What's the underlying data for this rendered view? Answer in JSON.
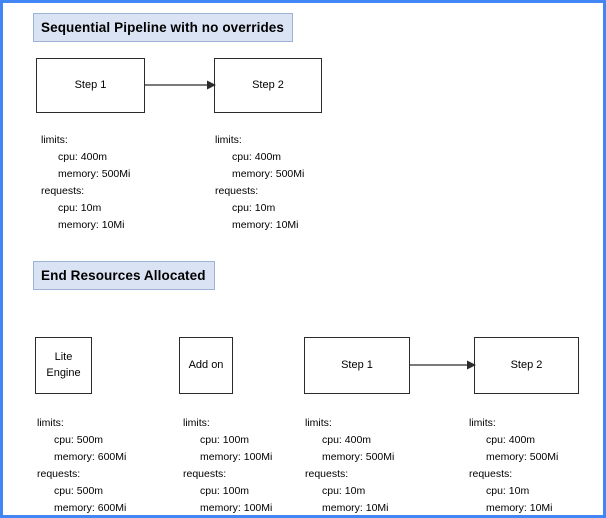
{
  "page": {
    "border_color": "#4285f4",
    "background": "#ffffff"
  },
  "banner_colors": {
    "fill": "#dae3f3",
    "border": "#9db2d4"
  },
  "sections": {
    "sequential": {
      "title": "Sequential Pipeline with no overrides",
      "nodes": {
        "step1": "Step 1",
        "step2": "Step 2"
      },
      "specs": {
        "step1": {
          "limits_label": "limits:",
          "limits_cpu": "cpu: 400m",
          "limits_memory": "memory: 500Mi",
          "requests_label": "requests:",
          "requests_cpu": "cpu: 10m",
          "requests_memory": "memory: 10Mi"
        },
        "step2": {
          "limits_label": "limits:",
          "limits_cpu": "cpu: 400m",
          "limits_memory": "memory: 500Mi",
          "requests_label": "requests:",
          "requests_cpu": "cpu: 10m",
          "requests_memory": "memory: 10Mi"
        }
      }
    },
    "end_resources": {
      "title": "End Resources Allocated",
      "nodes": {
        "lite_engine": "Lite\nEngine",
        "add_on": "Add on",
        "step1": "Step 1",
        "step2": "Step 2"
      },
      "specs": {
        "lite_engine": {
          "limits_label": "limits:",
          "limits_cpu": "cpu: 500m",
          "limits_memory": "memory: 600Mi",
          "requests_label": "requests:",
          "requests_cpu": "cpu: 500m",
          "requests_memory": "memory: 600Mi"
        },
        "add_on": {
          "limits_label": "limits:",
          "limits_cpu": "cpu: 100m",
          "limits_memory": "memory: 100Mi",
          "requests_label": "requests:",
          "requests_cpu": "cpu: 100m",
          "requests_memory": "memory: 100Mi"
        },
        "step1": {
          "limits_label": "limits:",
          "limits_cpu": "cpu: 400m",
          "limits_memory": "memory: 500Mi",
          "requests_label": "requests:",
          "requests_cpu": "cpu: 10m",
          "requests_memory": "memory: 10Mi"
        },
        "step2": {
          "limits_label": "limits:",
          "limits_cpu": "cpu: 400m",
          "limits_memory": "memory: 500Mi",
          "requests_label": "requests:",
          "requests_cpu": "cpu: 10m",
          "requests_memory": "memory: 10Mi"
        }
      }
    }
  }
}
